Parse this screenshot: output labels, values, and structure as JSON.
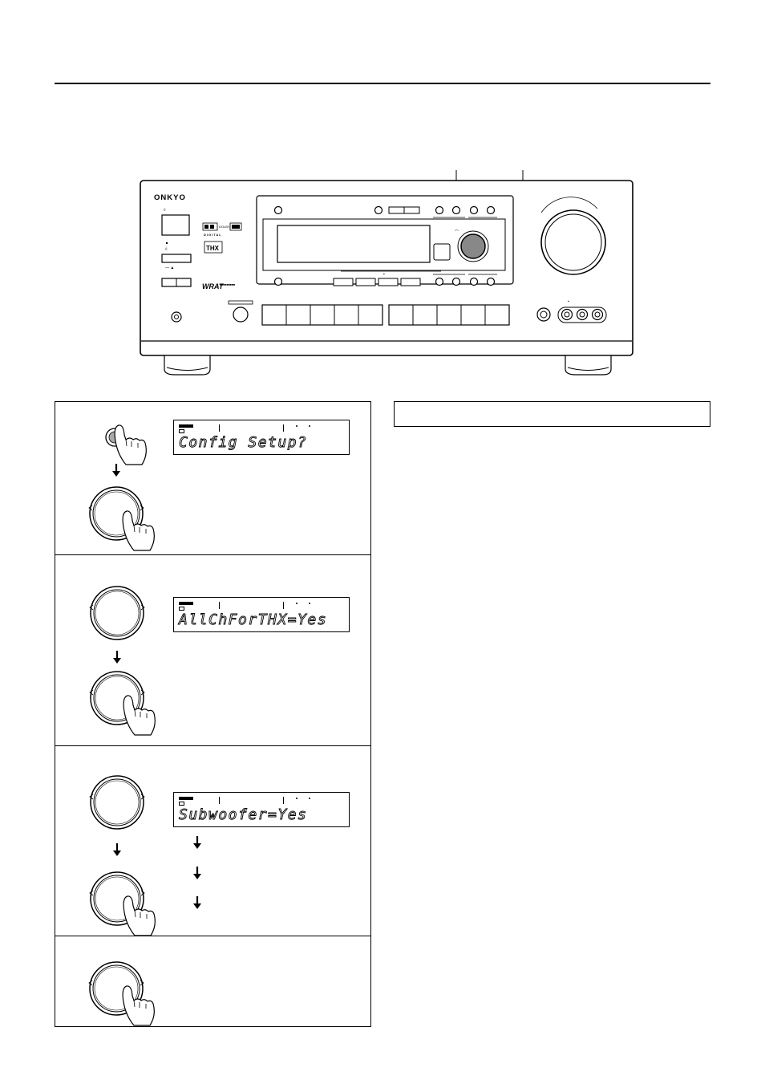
{
  "receiver": {
    "brand": "ONKYO",
    "badges": [
      "WRAT",
      "THX"
    ]
  },
  "displays": {
    "step1": "Config Setup?",
    "step2": "AllChForTHX=Yes",
    "step3": "Subwoofer=Yes"
  },
  "colors": {
    "ink": "#000000",
    "knob_fill": "#888888",
    "paper": "#ffffff"
  }
}
